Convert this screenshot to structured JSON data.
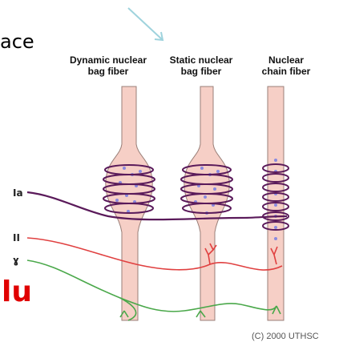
{
  "text_fragment_top": "ace",
  "text_fragment_red": "lu",
  "fibers": [
    {
      "line1": "Dynamic nuclear",
      "line2": "bag fiber"
    },
    {
      "line1": "Static nuclear",
      "line2": "bag fiber"
    },
    {
      "line1": "Nuclear",
      "line2": "chain fiber"
    }
  ],
  "nerves": {
    "ia": "Ia",
    "ii": "II",
    "gamma": "ɣ"
  },
  "copyright": "(C) 2000 UTHSC",
  "colors": {
    "fiber_fill": "#f6cfc6",
    "fiber_stroke": "#9a7f78",
    "coil": "#5a1a5a",
    "ia_nerve": "#5a1a5a",
    "ii_nerve": "#e04040",
    "gamma_nerve": "#4aa84a",
    "nuclei": "#8a8ae0",
    "arrow": "#9fd3dd"
  }
}
